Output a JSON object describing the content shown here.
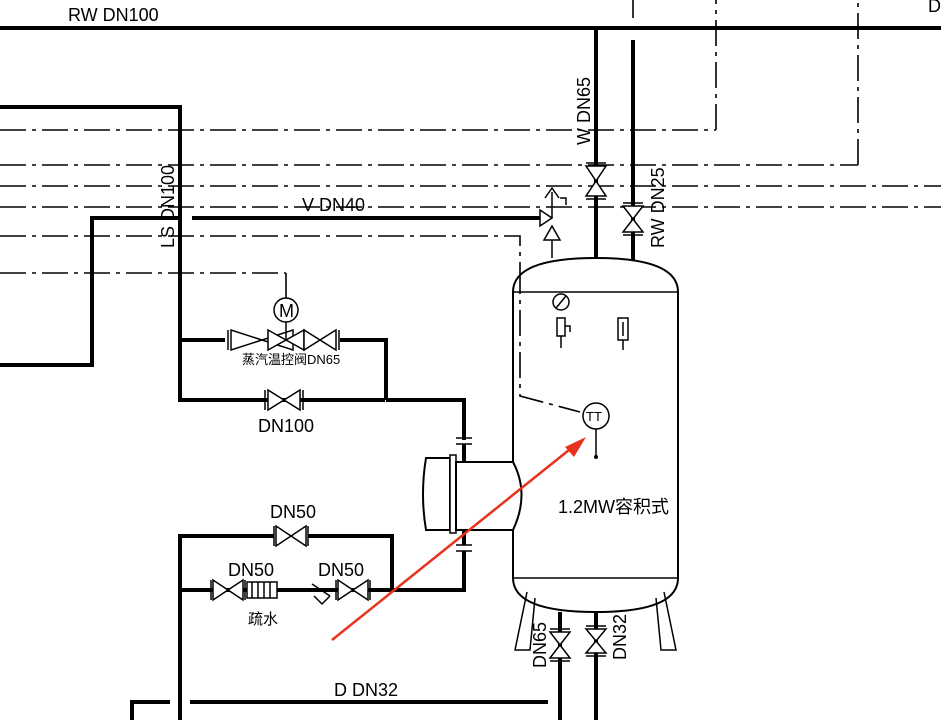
{
  "labels": {
    "rw_main": "RW DN100",
    "w_dn65": "W DN65",
    "rw_dn25": "RW DN25",
    "ls_dn100": "LS DN100",
    "v_dn40": "V DN40",
    "motor": "M",
    "steam_valve": "蒸汽温控阀DN65",
    "bypass_dn100": "DN100",
    "tank_capacity": "1.2MW容积式",
    "temp_sensor": "TT",
    "drain_bypass": "DN50",
    "drain_left": "DN50",
    "drain_right": "DN50",
    "drain_text": "疏水",
    "bottom_dn65": "DN65",
    "bottom_dn32": "DN32",
    "d_dn32": "D DN32",
    "corner_d": "D"
  },
  "colors": {
    "line": "#000000",
    "arrow": "#e8321f",
    "background": "#ffffff"
  }
}
